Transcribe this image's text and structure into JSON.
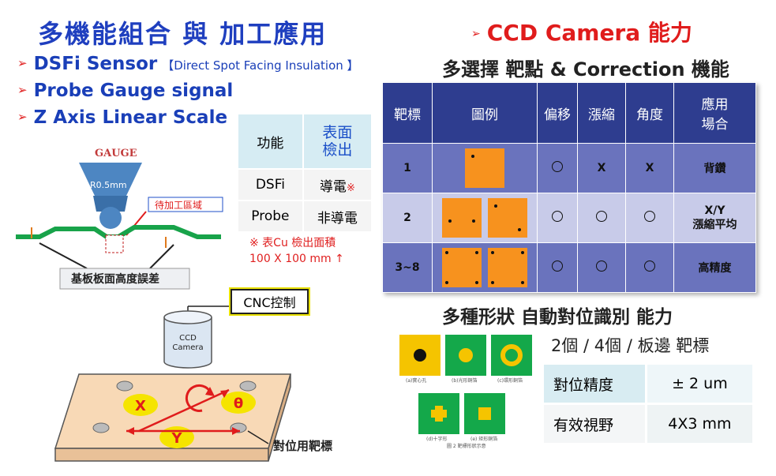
{
  "title": "多機能組合 與 加工應用",
  "bullets": {
    "arrow": "➢",
    "dsfi": "DSFi  Sensor",
    "dsfi_sub": "【Direct Spot Facing Insulation 】",
    "probe": "Probe Gauge signal",
    "zaxis": "Z Axis Linear Scale"
  },
  "gauge": {
    "label": "GAUGE",
    "radius": "R0.5mm",
    "area": "待加工區域",
    "height_error": "基板板面高度誤差"
  },
  "function_table": {
    "header": [
      "功能",
      "表面\n檢出"
    ],
    "rows": [
      {
        "name": "DSFi",
        "value": "導電",
        "mark": "※"
      },
      {
        "name": "Probe",
        "value": "非導電",
        "mark": ""
      }
    ],
    "note_line1": "※ 表Cu 檢出面積",
    "note_line2": "100 X 100 mm ↑"
  },
  "ccd": {
    "title": "CCD  Camera 能力",
    "subtitle": "多選擇 靶點 & Correction 機能",
    "headers": [
      "靶標",
      "圖例",
      "偏移",
      "漲縮",
      "角度",
      "應用\n場合"
    ],
    "rows": [
      {
        "target": "1",
        "offset": "〇",
        "scale": "X",
        "angle": "X",
        "app": "背鑽"
      },
      {
        "target": "2",
        "offset": "〇",
        "scale": "〇",
        "angle": "〇",
        "app": "X/Y\n漲縮平均"
      },
      {
        "target": "3~8",
        "offset": "〇",
        "scale": "〇",
        "angle": "〇",
        "app": "高精度"
      }
    ]
  },
  "cnc": {
    "label": "CNC控制",
    "camera": "CCD\nCamera",
    "x": "X",
    "y": "Y",
    "theta": "θ",
    "target_label": "對位用靶標"
  },
  "shapes": {
    "title": "多種形狀 自動對位識別 能力",
    "count_line": "2個 / 4個 / 板邊 靶標",
    "captions": [
      "(a)實心孔",
      "(b)光形銅箔",
      "(c)環形銅箔",
      "(d)十字形",
      "(e) 矩形銅箔"
    ],
    "figure_caption": "圖 2 靶標形狀示意"
  },
  "accuracy": [
    {
      "key": "對位精度",
      "value": "± 2 um"
    },
    {
      "key": "有效視野",
      "value": "4X3 mm"
    }
  ],
  "colors": {
    "blue": "#1f3fbf",
    "red": "#e01c1c",
    "orange": "#f7921e",
    "green": "#14a84a",
    "yellow": "#f5d000"
  }
}
